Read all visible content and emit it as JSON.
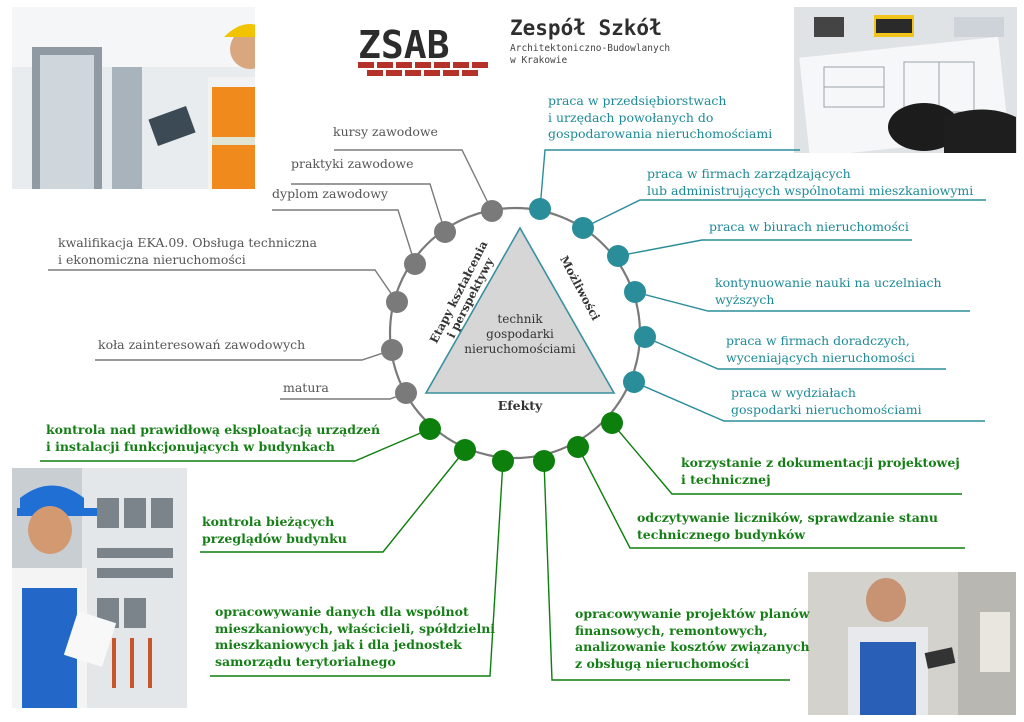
{
  "header": {
    "logo_letters": "ZSAB",
    "title": "Zespół Szkół",
    "subtitle": "Architektoniczno-Budowlanych\nw Krakowie"
  },
  "center": {
    "triangle_label": "technik\ngospodarki\nnieruchomościami",
    "left_side": "Etapy kształcenia\ni perspektywy",
    "right_side": "Możliwości",
    "bottom_side": "Efekty"
  },
  "colors": {
    "grey": "#7a7a7a",
    "teal": "#2a8e9a",
    "green": "#0d7f0d",
    "triangle_fill": "#d6d6d6",
    "triangle_stroke": "#3a8fa0"
  },
  "etapy": [
    "kursy zawodowe",
    "praktyki zawodowe",
    "dyplom zawodowy",
    "kwalifikacja EKA.09. Obsługa techniczna\ni ekonomiczna nieruchomości",
    "koła zainteresowań zawodowych",
    "matura"
  ],
  "mozliwosci": [
    "praca w przedsiębiorstwach\ni urzędach powołanych do\ngospodarowania nieruchomościami",
    "praca w firmach zarządzających\nlub administrujących wspólnotami mieszkaniowymi",
    "praca w biurach nieruchomości",
    "kontynuowanie nauki na uczelniach\nwyższych",
    "praca w firmach doradczych,\nwyceniających nieruchomości",
    "praca w wydziałach\ngospodarki nieruchomościami"
  ],
  "efekty": [
    "kontrola nad prawidłową eksploatacją urządzeń\ni instalacji funkcjonujących w budynkach",
    "kontrola bieżących\nprzeglądów budynku",
    "opracowywanie danych dla wspólnot\nmieszkaniowych, właścicieli, spółdzielni\nmieszkaniowych jak i dla jednostek\nsamorządu terytorialnego",
    "opracowywanie projektów planów\nfinansowych, remontowych,\nanalizowanie kosztów związanych\nz obsługą nieruchomości",
    "odczytywanie liczników, sprawdzanie stanu\ntechnicznego budynków",
    "korzystanie z dokumentacji projektowej\ni technicznej"
  ],
  "photos": [
    {
      "name": "inspector-photo",
      "desc": "photo"
    },
    {
      "name": "plans-photo",
      "desc": "photo"
    },
    {
      "name": "electrician-photo",
      "desc": "photo"
    },
    {
      "name": "meter-photo",
      "desc": "photo"
    }
  ]
}
